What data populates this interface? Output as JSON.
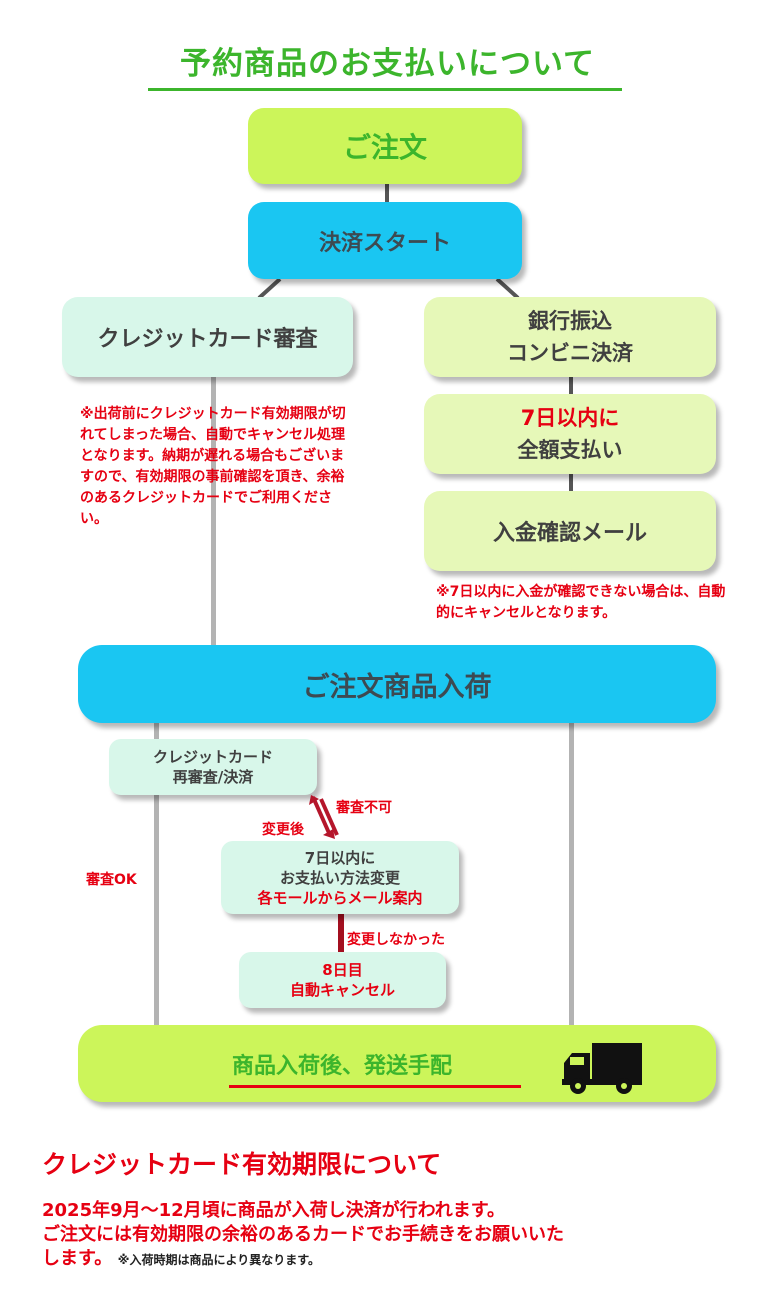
{
  "title": "予約商品のお支払いについて",
  "flow": {
    "order": "ご注文",
    "payment_start": "決済スタート",
    "credit_review": "クレジットカード審査",
    "bank": {
      "line1": "銀行振込",
      "line2": "コンビニ決済"
    },
    "pay7": {
      "line1": "7日以内に",
      "line2": "全額支払い"
    },
    "confirm_mail": "入金確認メール",
    "credit_note": "※出荷前にクレジットカード有効期限が切れてしまった場合、自動でキャンセル処理となります。納期が遅れる場合もございますので、有効期限の事前確認を頂き、余裕のあるクレジットカードでご利用ください。",
    "bank_note": "※7日以内に入金が確認できない場合は、自動的にキャンセルとなります。",
    "arrival": "ご注文商品入荷",
    "recheck": {
      "line1": "クレジットカード",
      "line2": "再審査/決済"
    },
    "ng": "審査不可",
    "after_change": "変更後",
    "ok": "審査OK",
    "change": {
      "line1": "7日以内に",
      "line2": "お支払い方法変更",
      "line3": "各モールからメール案内"
    },
    "no_change": "変更しなかった",
    "cancel": {
      "line1": "8日目",
      "line2": "自動キャンセル"
    },
    "ship": "商品入荷後、発送手配"
  },
  "expiry": {
    "heading": "クレジットカード有効期限について",
    "line1": "2025年9月～12月頃に商品が入荷し決済が行われます。",
    "line2": "ご注文には有効期限の余裕のあるカードでお手続きをお願いいた",
    "line3": "します。",
    "small_note": "※入荷時期は商品により異なります。"
  },
  "colors": {
    "title_green": "#3cb52c",
    "lime": "#ccf55a",
    "cyan": "#1ac6f2",
    "mint": "#d8f7ea",
    "pale": "#e6f8b8",
    "red": "#e60012"
  },
  "icons": {
    "truck": "truck-icon"
  }
}
